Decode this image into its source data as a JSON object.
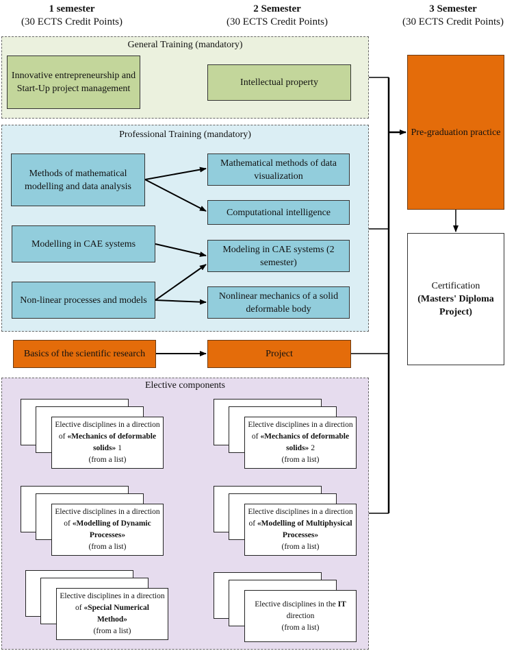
{
  "semesters": [
    {
      "title": "1 semester",
      "credits": "(30 ECTS Credit Points)"
    },
    {
      "title": "2 Semester",
      "credits": "(30 ECTS Credit Points)"
    },
    {
      "title": "3 Semester",
      "credits": "(30 ECTS Credit Points)"
    }
  ],
  "general_training": {
    "title": "General Training (mandatory)",
    "items": [
      "Innovative entrepreneurship and Start-Up project management",
      "Intellectual property"
    ]
  },
  "professional_training": {
    "title": "Professional Training (mandatory)",
    "semester1": [
      "Methods of mathematical modelling and data analysis",
      "Modelling in CAE systems",
      "Non-linear processes and models"
    ],
    "semester2": [
      "Mathematical methods of data visualization",
      "Computational intelligence",
      "Modeling in CAE systems (2 semester)",
      "Nonlinear mechanics of a solid deformable body"
    ]
  },
  "research": {
    "basics": "Basics of the scientific research",
    "project": "Project"
  },
  "elective": {
    "title": "Elective components",
    "cards": [
      {
        "pre": "Elective disciplines in a direction of ",
        "bold": "«Mechanics of deformable solids»",
        "post": " 1",
        "list": "(from a list)"
      },
      {
        "pre": "Elective disciplines in a direction of  ",
        "bold": "«Mechanics of deformable solids»",
        "post": " 2",
        "list": "(from a list)"
      },
      {
        "pre": "Elective disciplines in a direction of  ",
        "bold": "«Modelling of Dynamic Processes»",
        "post": "",
        "list": "(from a list)"
      },
      {
        "pre": "Elective disciplines in a direction of  ",
        "bold": "«Modelling of Multiphysical Processes»",
        "post": "",
        "list": "(from a list)"
      },
      {
        "pre": "Elective disciplines in a direction of ",
        "bold": "«Special Numerical Method»",
        "post": "",
        "list": "(from a list)"
      },
      {
        "pre": "Elective disciplines in the ",
        "bold": "IT",
        "post": " direction",
        "list": "(from a list)"
      }
    ]
  },
  "semester3": {
    "practice": "Pre-graduation practice",
    "certification_line1": "Certification",
    "certification_bold": "(Masters' Diploma Project)"
  },
  "colors": {
    "general_bg": "#ebf1de",
    "general_box": "#c3d69b",
    "prof_bg": "#dbeef4",
    "prof_box": "#92cddc",
    "orange": "#e46c0a",
    "elective_bg": "#e6dcee"
  }
}
